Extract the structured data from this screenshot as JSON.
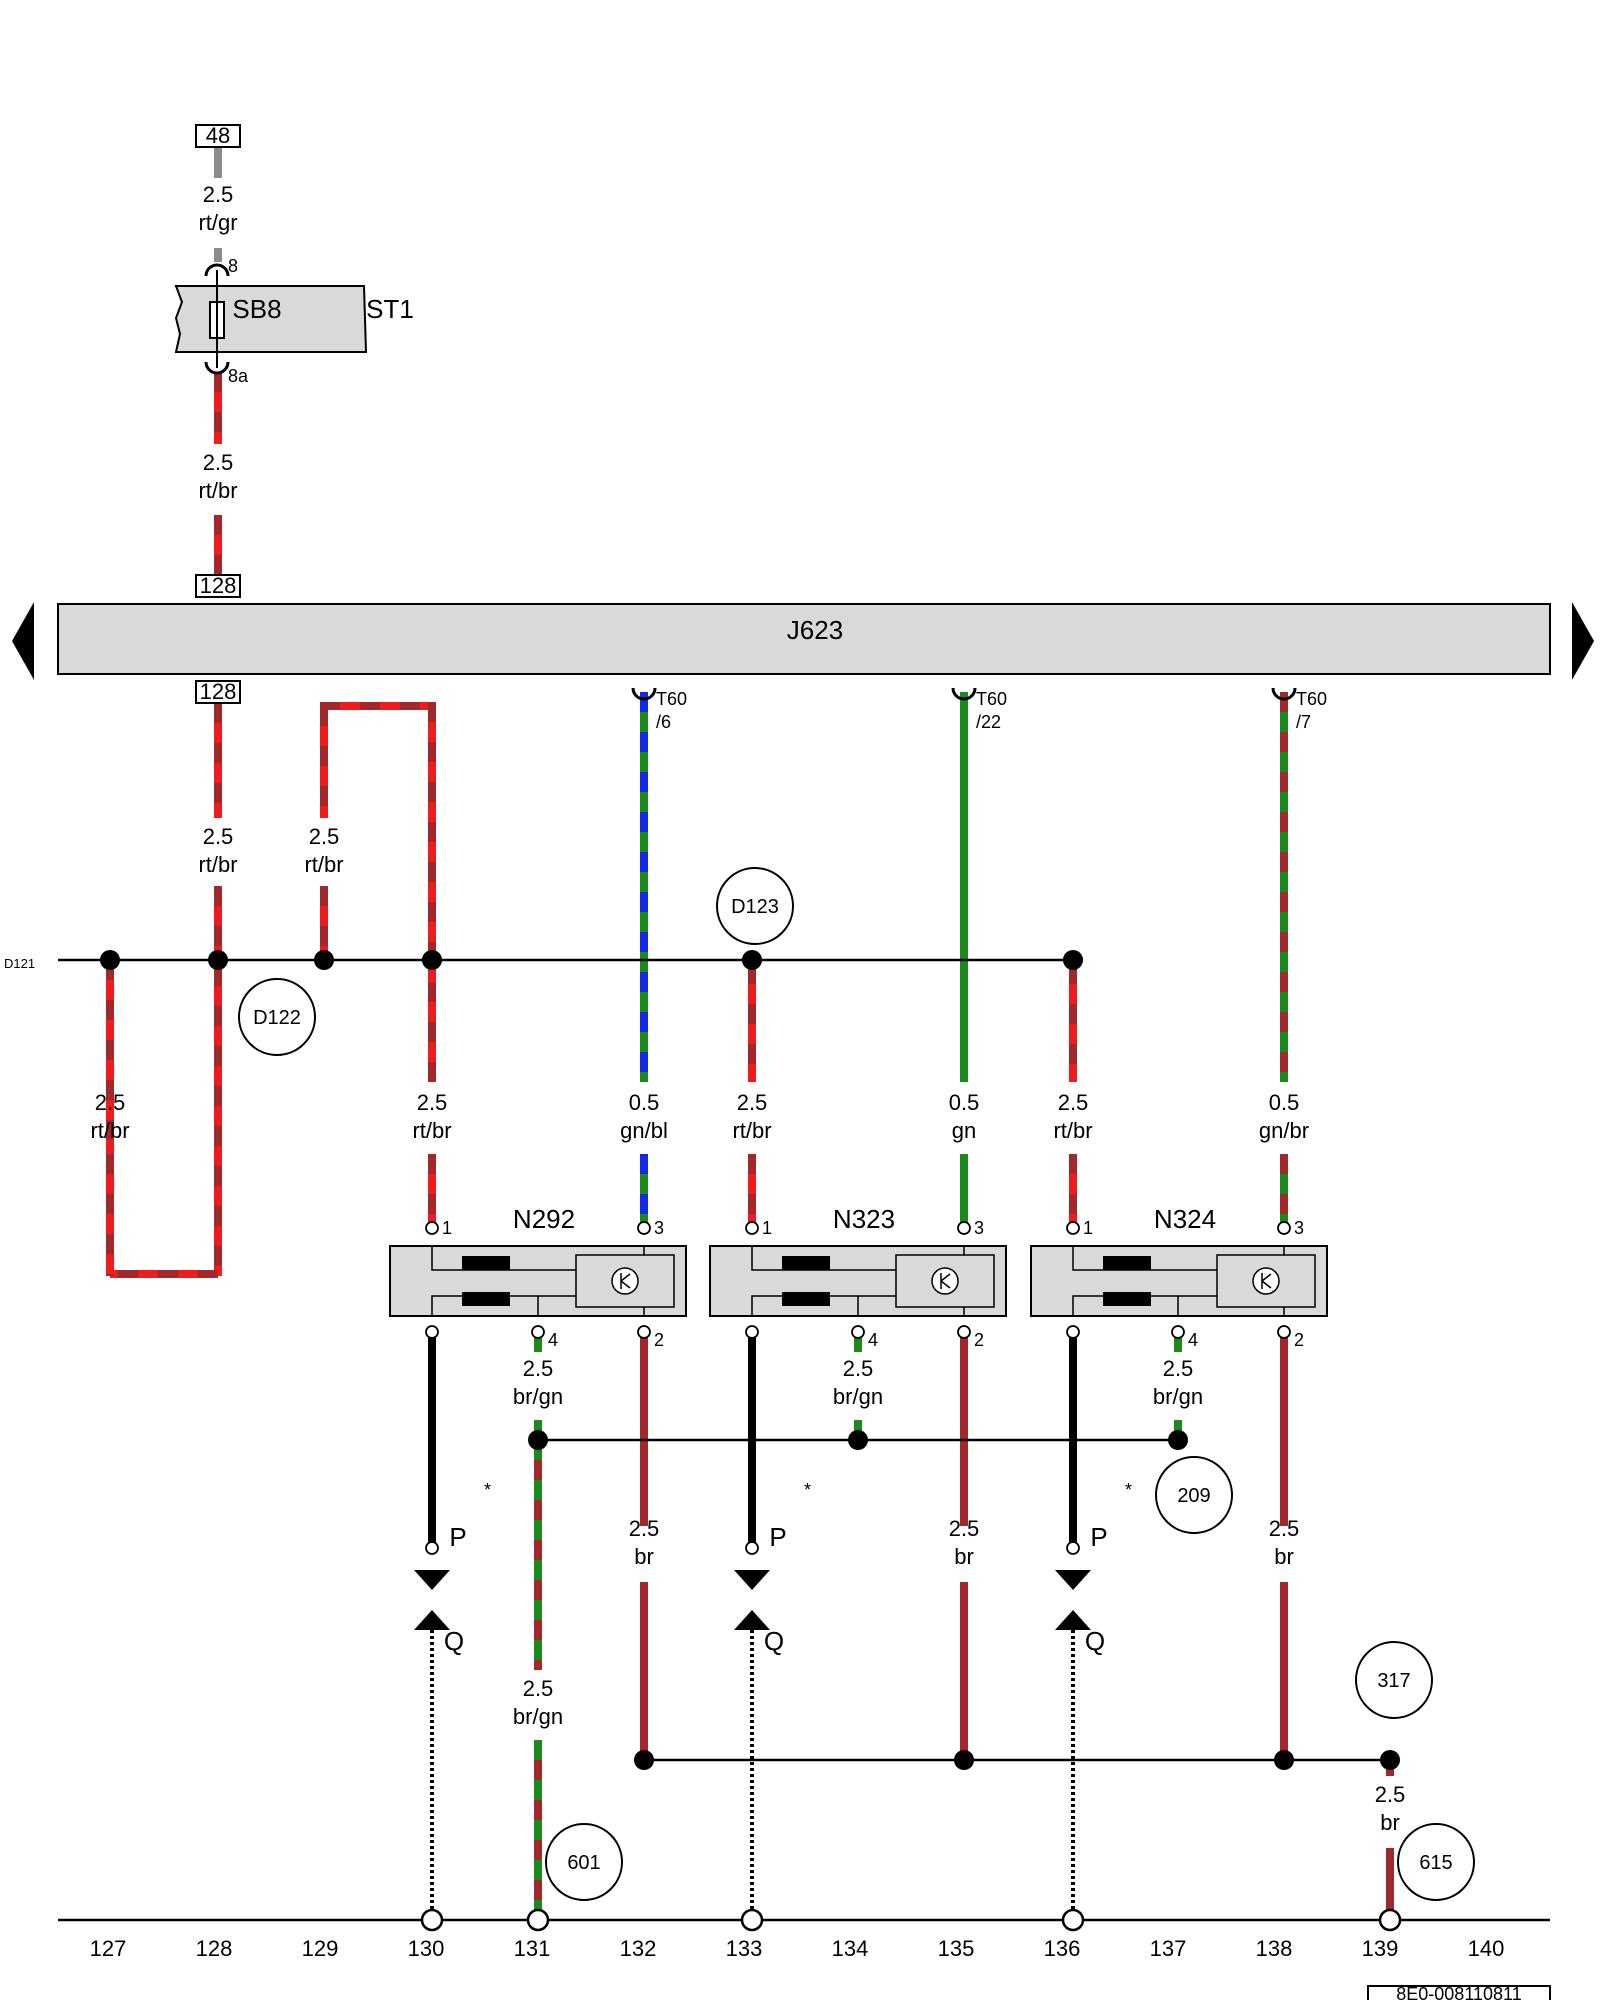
{
  "colors": {
    "red": "#ee1c1c",
    "brown": "#a3282b",
    "green": "#1a8a1a",
    "blue": "#1428e8",
    "grey": "#8c8c8c",
    "black": "#000000",
    "component_fill": "#d9d9d9"
  },
  "top_terminal": "48",
  "fuse_holder": {
    "fuse": "SB8",
    "holder": "ST1",
    "pin_top": "8",
    "pin_bottom": "8a"
  },
  "main_bus": {
    "label": "J623",
    "pin_in_top": "128",
    "pin_in_bottom": "128"
  },
  "connector_pins": [
    {
      "label": "T60",
      "sub": "/6"
    },
    {
      "label": "T60",
      "sub": "/22"
    },
    {
      "label": "T60",
      "sub": "/7"
    }
  ],
  "branch_ref": "D121",
  "splices": [
    "D122",
    "D123",
    "209",
    "317",
    "601",
    "615"
  ],
  "wires": {
    "top_grey": {
      "size": "2.5",
      "color": "rt/gr"
    },
    "fuse_out": {
      "size": "2.5",
      "color": "rt/br"
    },
    "c128": {
      "size": "2.5",
      "color": "rt/br"
    },
    "loop": {
      "size": "2.5",
      "color": "rt/br"
    },
    "left": {
      "size": "2.5",
      "color": "rt/br"
    },
    "n292_1": {
      "size": "2.5",
      "color": "rt/br"
    },
    "n292_3": {
      "size": "0.5",
      "color": "gn/bl"
    },
    "n323_1": {
      "size": "2.5",
      "color": "rt/br"
    },
    "n323_3": {
      "size": "0.5",
      "color": "gn"
    },
    "n324_1": {
      "size": "2.5",
      "color": "rt/br"
    },
    "n324_3": {
      "size": "0.5",
      "color": "gn/br"
    },
    "n292_4": {
      "size": "2.5",
      "color": "br/gn"
    },
    "n323_4": {
      "size": "2.5",
      "color": "br/gn"
    },
    "n324_4": {
      "size": "2.5",
      "color": "br/gn"
    },
    "n292_2": {
      "size": "2.5",
      "color": "br"
    },
    "n323_2": {
      "size": "2.5",
      "color": "br"
    },
    "n324_2": {
      "size": "2.5",
      "color": "br"
    },
    "gnd_col131": {
      "size": "2.5",
      "color": "br/gn"
    },
    "gnd_col139": {
      "size": "2.5",
      "color": "br"
    }
  },
  "components": [
    {
      "label": "N292",
      "pins": [
        "1",
        "3",
        "4",
        "2"
      ]
    },
    {
      "label": "N323",
      "pins": [
        "1",
        "3",
        "4",
        "2"
      ]
    },
    {
      "label": "N324",
      "pins": [
        "1",
        "3",
        "4",
        "2"
      ]
    }
  ],
  "shield_labels": {
    "upper": "P",
    "lower": "Q",
    "mark": "*"
  },
  "columns": [
    "127",
    "128",
    "129",
    "130",
    "131",
    "132",
    "133",
    "134",
    "135",
    "136",
    "137",
    "138",
    "139",
    "140"
  ],
  "doc_id": "8E0-008110811"
}
